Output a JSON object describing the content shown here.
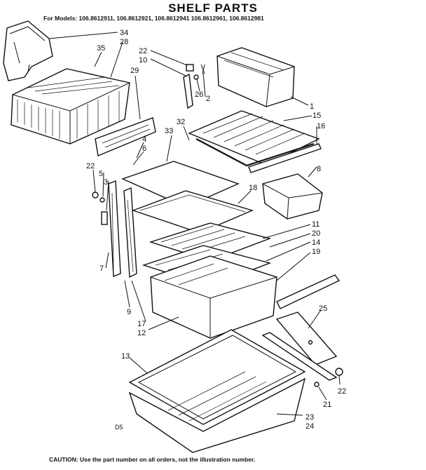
{
  "title": "SHELF PARTS",
  "models_line": "For Models: 106.8612911, 106.8612921, 106.8612941 106.8612961, 106.8612981",
  "diagram_code": "D5",
  "caution": "CAUTION: Use the part number on all orders, not the illustration number.",
  "callouts": [
    "34",
    "28",
    "35",
    "22",
    "10",
    "29",
    "26",
    "2",
    "1",
    "15",
    "16",
    "32",
    "33",
    "4",
    "6",
    "22",
    "5",
    "3",
    "8",
    "18",
    "11",
    "20",
    "14",
    "19",
    "7",
    "9",
    "17",
    "12",
    "25",
    "13",
    "22",
    "21",
    "23",
    "24"
  ]
}
